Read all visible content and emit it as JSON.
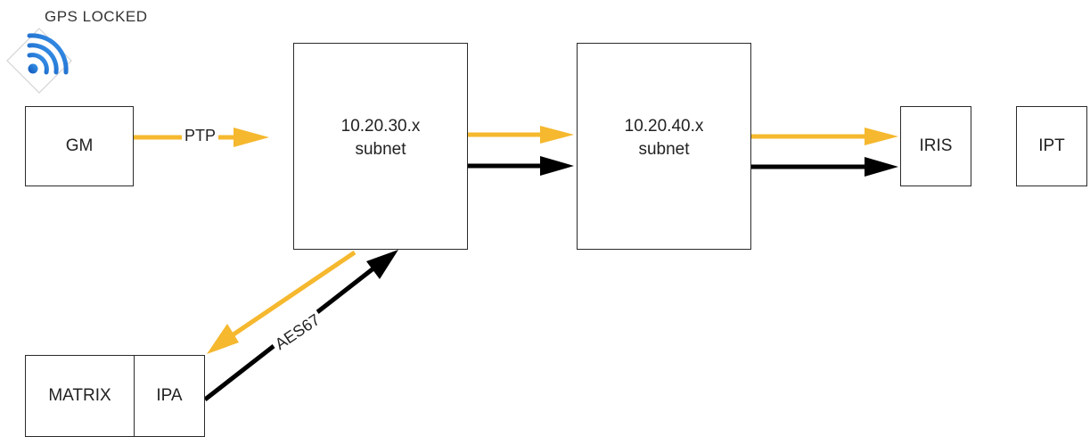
{
  "status": {
    "gps_label": "GPS LOCKED"
  },
  "icons": {
    "gps": "gps-signal-icon"
  },
  "nodes": {
    "gm": "GM",
    "subnet_a_line1": "10.20.30.x",
    "subnet_a_line2": "subnet",
    "subnet_b_line1": "10.20.40.x",
    "subnet_b_line2": "subnet",
    "iris": "IRIS",
    "ipt": "IPT",
    "matrix": "MATRIX",
    "ipa": "IPA"
  },
  "links": {
    "ptp_label": "PTP",
    "aes67_label": "AES67"
  },
  "colors": {
    "ptp_arrow": "#F5B82E",
    "audio_arrow": "#000000",
    "wifi_blue": "#1E73D8"
  }
}
